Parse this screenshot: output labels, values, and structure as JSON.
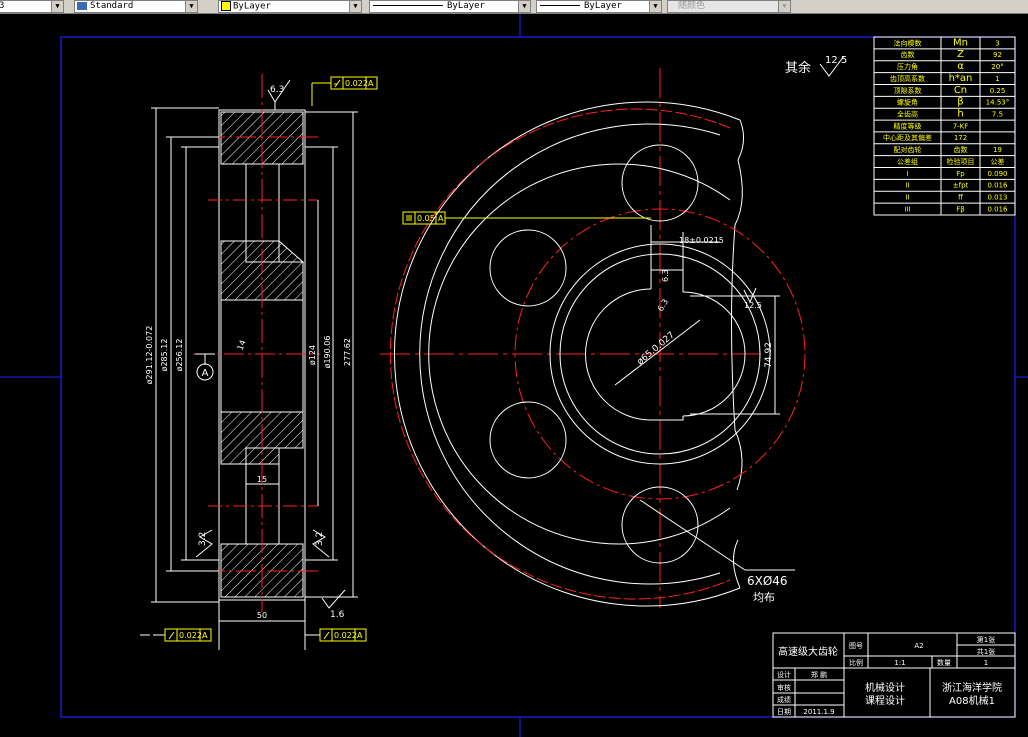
{
  "toolbar": {
    "style_value": "Standard",
    "layer_color": "ByLayer",
    "linetype": "ByLayer",
    "lineweight": "ByLayer",
    "plot_style": "随颜色"
  },
  "drawing": {
    "surface_finish_note": "其余",
    "surface_finish_value": "12.5",
    "left_view": {
      "top_roughness": "6.3",
      "tol_top": "0.022",
      "datum_a": "A",
      "dim_da": "ø291.12-0.072",
      "dim_d": "ø285.12",
      "dim_df": "ø256.12",
      "dim_bore": "ø124",
      "dim_hub": "ø190.06",
      "dim_277": "277.62",
      "dim_14": "14",
      "dim_15": "15",
      "dim_50": "50",
      "rough_32_left": "3.2",
      "rough_32_right": "3.2",
      "rough_16": "1.6",
      "tol_bottom_left": "0.022",
      "tol_bottom_right": "0.022"
    },
    "right_view": {
      "tol_flat": "0.05",
      "key_width": "18±0.0215",
      "rough_63_a": "6.3",
      "rough_63_b": "6.3",
      "rough_125": "12.5",
      "bore_dia": "ø65.0.027",
      "dim_74": "74.92",
      "holes_note": "6XØ46",
      "holes_note2": "均布"
    }
  },
  "params_table": {
    "rows": [
      [
        "法向模数",
        "Mn",
        "3"
      ],
      [
        "齿数",
        "Z",
        "92"
      ],
      [
        "压力角",
        "α",
        "20°"
      ],
      [
        "齿顶高系数",
        "h*an",
        "1"
      ],
      [
        "顶隙系数",
        "Cn",
        "0.25"
      ],
      [
        "螺旋角",
        "β",
        "14.53°"
      ],
      [
        "全齿高",
        "h",
        "7.5"
      ],
      [
        "精度等级",
        "7-KF",
        ""
      ],
      [
        "中心距及其偏差",
        "172",
        ""
      ],
      [
        "配对齿轮",
        "齿数",
        "19"
      ],
      [
        "公差组",
        "检验项目",
        "公差"
      ],
      [
        "I",
        "Fp",
        "0.090"
      ],
      [
        "II",
        "±fpt",
        "0.016"
      ],
      [
        "II",
        "ff",
        "0.013"
      ],
      [
        "III",
        "Fβ",
        "0.016"
      ]
    ]
  },
  "title_block": {
    "part_name": "高速级大齿轮",
    "drawing_no_label": "图号",
    "drawing_no": "A2",
    "sheet_label": "第1张",
    "total_label": "共1张",
    "scale_label": "比例",
    "scale": "1:1",
    "qty_label": "数量",
    "qty": "1",
    "design_label": "设计",
    "designer": "郑 鹏",
    "review_label": "审核",
    "grade_label": "成绩",
    "date_label": "日期",
    "date": "2011.1.9",
    "course_1": "机械设计",
    "course_2": "课程设计",
    "school": "浙江海洋学院",
    "class": "A08机械1"
  }
}
